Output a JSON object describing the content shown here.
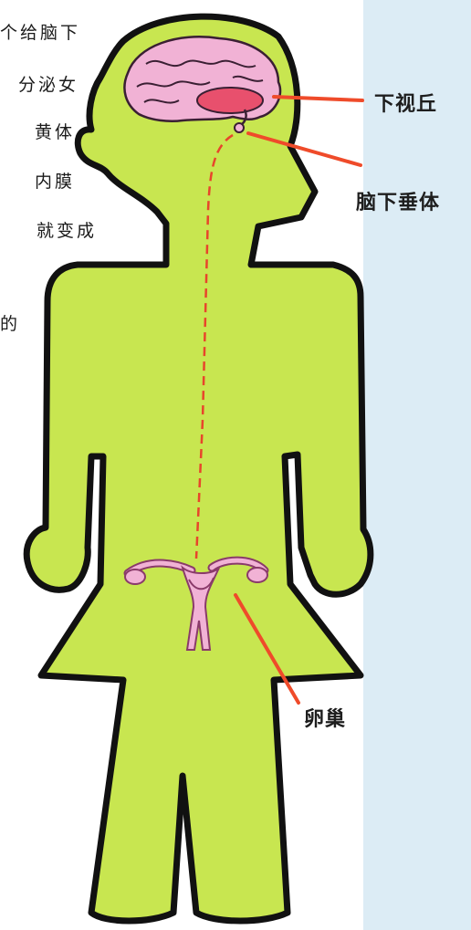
{
  "side_text": [
    "个给脑下",
    "分泌女",
    "黄体",
    "内膜",
    "就变成",
    "的"
  ],
  "labels": {
    "hypothalamus": "下视丘",
    "pituitary": "脑下垂体",
    "ovary": "卵巢"
  },
  "colors": {
    "body_fill": "#c8e650",
    "outline": "#111111",
    "brain": "#f1b2d5",
    "hypothalamus": "#e8506d",
    "pointer": "#ef4b2a",
    "dashed_line": "#e8452b",
    "page_right": "#dcecf5"
  }
}
